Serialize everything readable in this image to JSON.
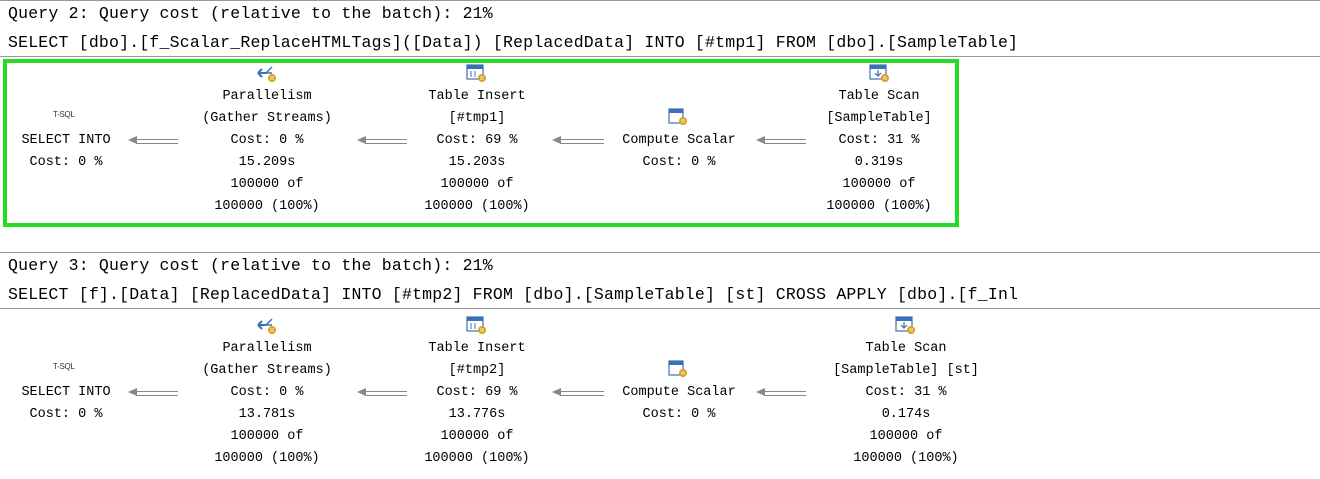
{
  "queries": [
    {
      "header": "Query 2: Query cost (relative to the batch): 21%",
      "sql": "SELECT [dbo].[f_Scalar_ReplaceHTMLTags]([Data]) [ReplacedData] INTO [#tmp1] FROM [dbo].[SampleTable]",
      "tsql_badge": "T-SQL",
      "select_into": {
        "title": "SELECT INTO",
        "cost": "Cost: 0 %"
      },
      "parallelism": {
        "title": "Parallelism",
        "subtitle": "(Gather Streams)",
        "cost": "Cost: 0 %",
        "time": "15.209s",
        "rows1": "100000 of",
        "rows2": "100000 (100%)"
      },
      "table_insert": {
        "title": "Table Insert",
        "subtitle": "[#tmp1]",
        "cost": "Cost: 69 %",
        "time": "15.203s",
        "rows1": "100000 of",
        "rows2": "100000 (100%)"
      },
      "compute_scalar": {
        "title": "Compute Scalar",
        "cost": "Cost: 0 %"
      },
      "table_scan": {
        "title": "Table Scan",
        "subtitle": "[SampleTable]",
        "cost": "Cost: 31 %",
        "time": "0.319s",
        "rows1": "100000 of",
        "rows2": "100000 (100%)"
      }
    },
    {
      "header": "Query 3: Query cost (relative to the batch): 21%",
      "sql": "SELECT [f].[Data] [ReplacedData] INTO [#tmp2] FROM [dbo].[SampleTable] [st] CROSS APPLY [dbo].[f_Inl",
      "tsql_badge": "T-SQL",
      "select_into": {
        "title": "SELECT INTO",
        "cost": "Cost: 0 %"
      },
      "parallelism": {
        "title": "Parallelism",
        "subtitle": "(Gather Streams)",
        "cost": "Cost: 0 %",
        "time": "13.781s",
        "rows1": "100000 of",
        "rows2": "100000 (100%)"
      },
      "table_insert": {
        "title": "Table Insert",
        "subtitle": "[#tmp2]",
        "cost": "Cost: 69 %",
        "time": "13.776s",
        "rows1": "100000 of",
        "rows2": "100000 (100%)"
      },
      "compute_scalar": {
        "title": "Compute Scalar",
        "cost": "Cost: 0 %"
      },
      "table_scan": {
        "title": "Table Scan",
        "subtitle": "[SampleTable] [st]",
        "cost": "Cost: 31 %",
        "time": "0.174s",
        "rows1": "100000 of",
        "rows2": "100000 (100%)"
      }
    }
  ],
  "colors": {
    "highlight": "#22dd22",
    "icon_blue": "#3b6fb6",
    "icon_gold": "#d9a21b"
  },
  "icons": [
    "parallelism-icon",
    "table-insert-icon",
    "compute-scalar-icon",
    "table-scan-icon"
  ]
}
